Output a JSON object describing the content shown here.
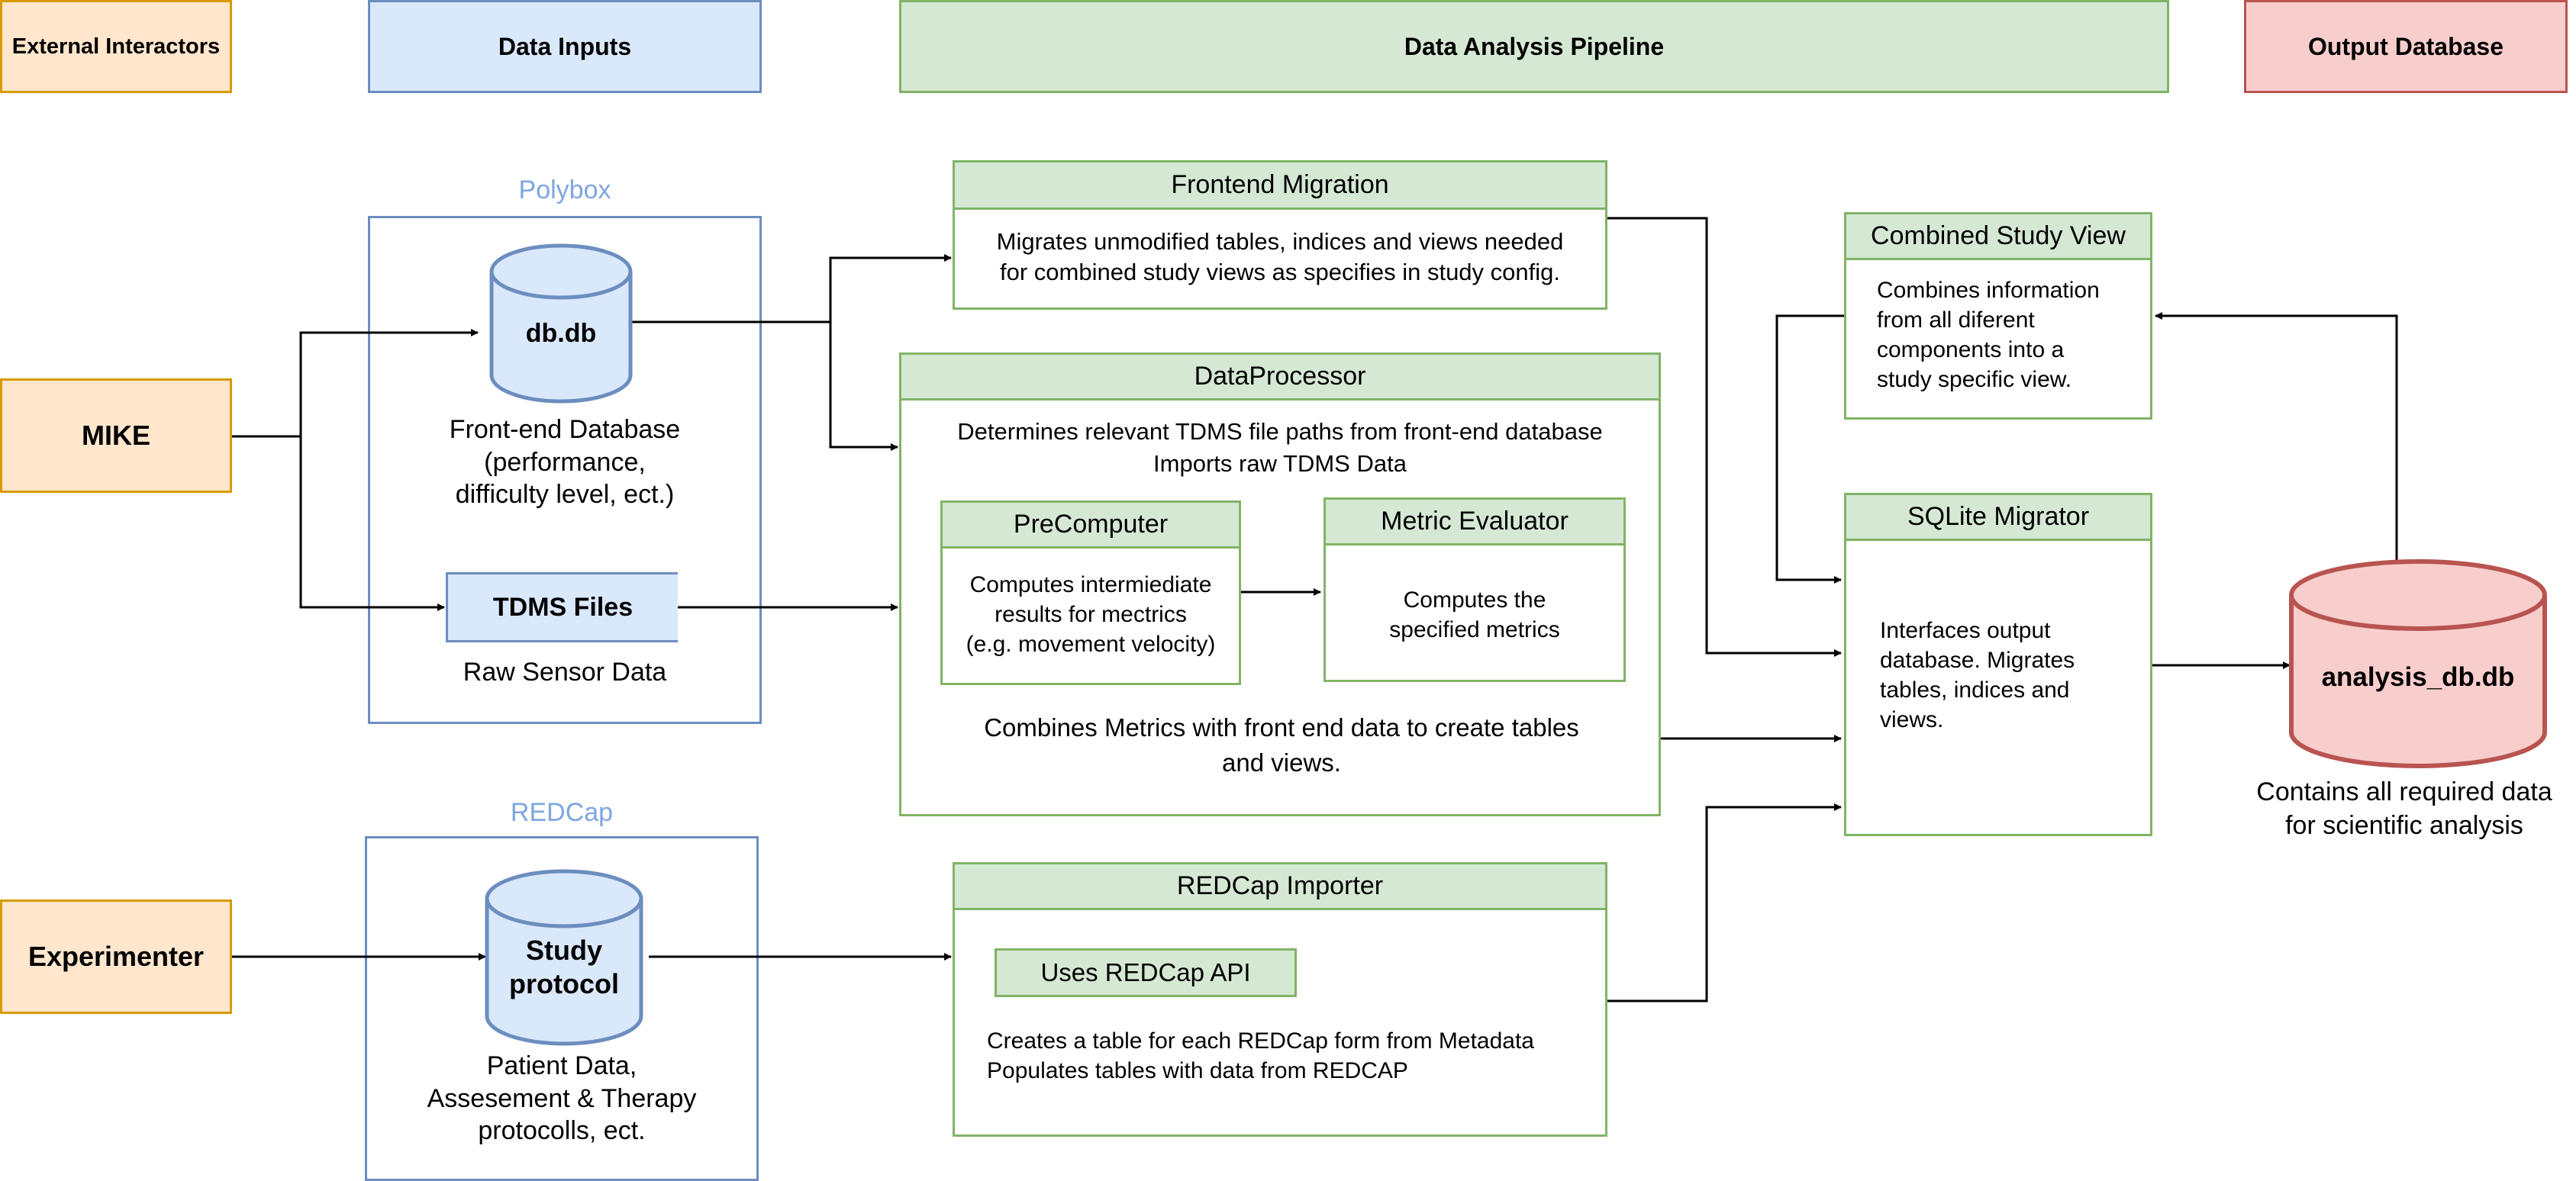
{
  "headers": {
    "external": "External Interactors",
    "inputs": "Data Inputs",
    "pipeline": "Data Analysis Pipeline",
    "output": "Output Database"
  },
  "actors": {
    "mike": "MIKE",
    "experimenter": "Experimenter"
  },
  "polybox": {
    "label": "Polybox",
    "db_name": "db.db",
    "db_desc": [
      "Front-end Database",
      "(performance,",
      "difficulty level, ect.)"
    ],
    "tdms_name": "TDMS Files",
    "tdms_desc": "Raw Sensor Data"
  },
  "redcap_group": {
    "label": "REDCap",
    "db_name": [
      "Study",
      "protocol"
    ],
    "db_desc": [
      "Patient Data,",
      "Assesement & Therapy",
      "protocolls, ect."
    ]
  },
  "frontend_migration": {
    "title": "Frontend Migration",
    "body": [
      "Migrates unmodified tables, indices and views needed",
      "for combined study views as specifies in study config."
    ]
  },
  "data_processor": {
    "title": "DataProcessor",
    "body": [
      "Determines relevant TDMS file paths from front-end database",
      "Imports raw TDMS Data"
    ],
    "precomputer": {
      "title": "PreComputer",
      "body": [
        "Computes intermiediate",
        "results for mectrics",
        "(e.g. movement velocity)"
      ]
    },
    "metric_evaluator": {
      "title": "Metric Evaluator",
      "body": [
        "Computes the",
        "specified metrics"
      ]
    },
    "footer": [
      "Combines Metrics with front end data to create tables",
      "and views."
    ]
  },
  "redcap_importer": {
    "title": "REDCap Importer",
    "api": "Uses REDCap API",
    "body": [
      "Creates a table for each REDCap form from Metadata",
      "Populates tables with data from REDCAP"
    ]
  },
  "combined_view": {
    "title": "Combined Study View",
    "body": [
      "Combines information",
      "from all diferent",
      "components into a",
      "study specific view."
    ]
  },
  "sqlite_migrator": {
    "title": "SQLite Migrator",
    "body": [
      "Interfaces output",
      "database. Migrates",
      "tables, indices and",
      "views."
    ]
  },
  "output_db": {
    "name": "analysis_db.db",
    "desc": [
      "Contains all required data",
      "for scientific analysis"
    ]
  },
  "colors": {
    "orange_fill": "#ffe6cc",
    "orange_stroke": "#d79b00",
    "blue_fill": "#dae8fc",
    "blue_stroke": "#6c8ebf",
    "green_fill": "#d5e8d4",
    "green_stroke": "#82b366",
    "red_fill": "#f8cecc",
    "red_stroke": "#b85450"
  }
}
